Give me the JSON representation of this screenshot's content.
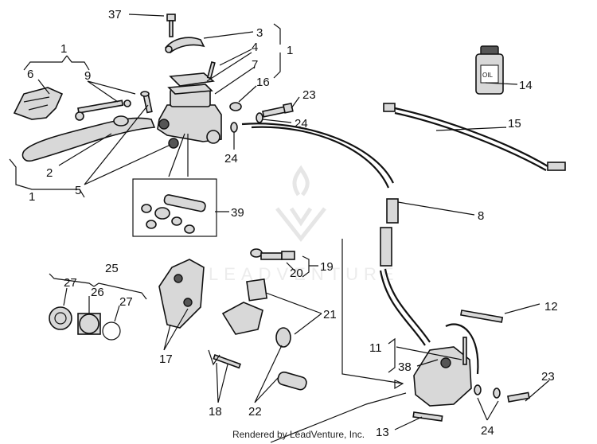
{
  "callouts": [
    {
      "id": "1a",
      "text": "1"
    },
    {
      "id": "1b",
      "text": "1"
    },
    {
      "id": "1c",
      "text": "1"
    },
    {
      "id": "2",
      "text": "2"
    },
    {
      "id": "3",
      "text": "3"
    },
    {
      "id": "4",
      "text": "4"
    },
    {
      "id": "5",
      "text": "5"
    },
    {
      "id": "6",
      "text": "6"
    },
    {
      "id": "7",
      "text": "7"
    },
    {
      "id": "8",
      "text": "8"
    },
    {
      "id": "9",
      "text": "9"
    },
    {
      "id": "11",
      "text": "11"
    },
    {
      "id": "12",
      "text": "12"
    },
    {
      "id": "13",
      "text": "13"
    },
    {
      "id": "14",
      "text": "14"
    },
    {
      "id": "15",
      "text": "15"
    },
    {
      "id": "16",
      "text": "16"
    },
    {
      "id": "17",
      "text": "17"
    },
    {
      "id": "18",
      "text": "18"
    },
    {
      "id": "19",
      "text": "19"
    },
    {
      "id": "20",
      "text": "20"
    },
    {
      "id": "21",
      "text": "21"
    },
    {
      "id": "22",
      "text": "22"
    },
    {
      "id": "23a",
      "text": "23"
    },
    {
      "id": "23b",
      "text": "23"
    },
    {
      "id": "24a",
      "text": "24"
    },
    {
      "id": "24b",
      "text": "24"
    },
    {
      "id": "24c",
      "text": "24"
    },
    {
      "id": "25",
      "text": "25"
    },
    {
      "id": "26",
      "text": "26"
    },
    {
      "id": "27a",
      "text": "27"
    },
    {
      "id": "27b",
      "text": "27"
    },
    {
      "id": "37",
      "text": "37"
    },
    {
      "id": "38",
      "text": "38"
    },
    {
      "id": "39",
      "text": "39"
    }
  ],
  "bottle_label": "OIL",
  "watermark_text": "LEADVENTURE",
  "footer": {
    "credit": "Rendered by LeadVenture, Inc."
  }
}
